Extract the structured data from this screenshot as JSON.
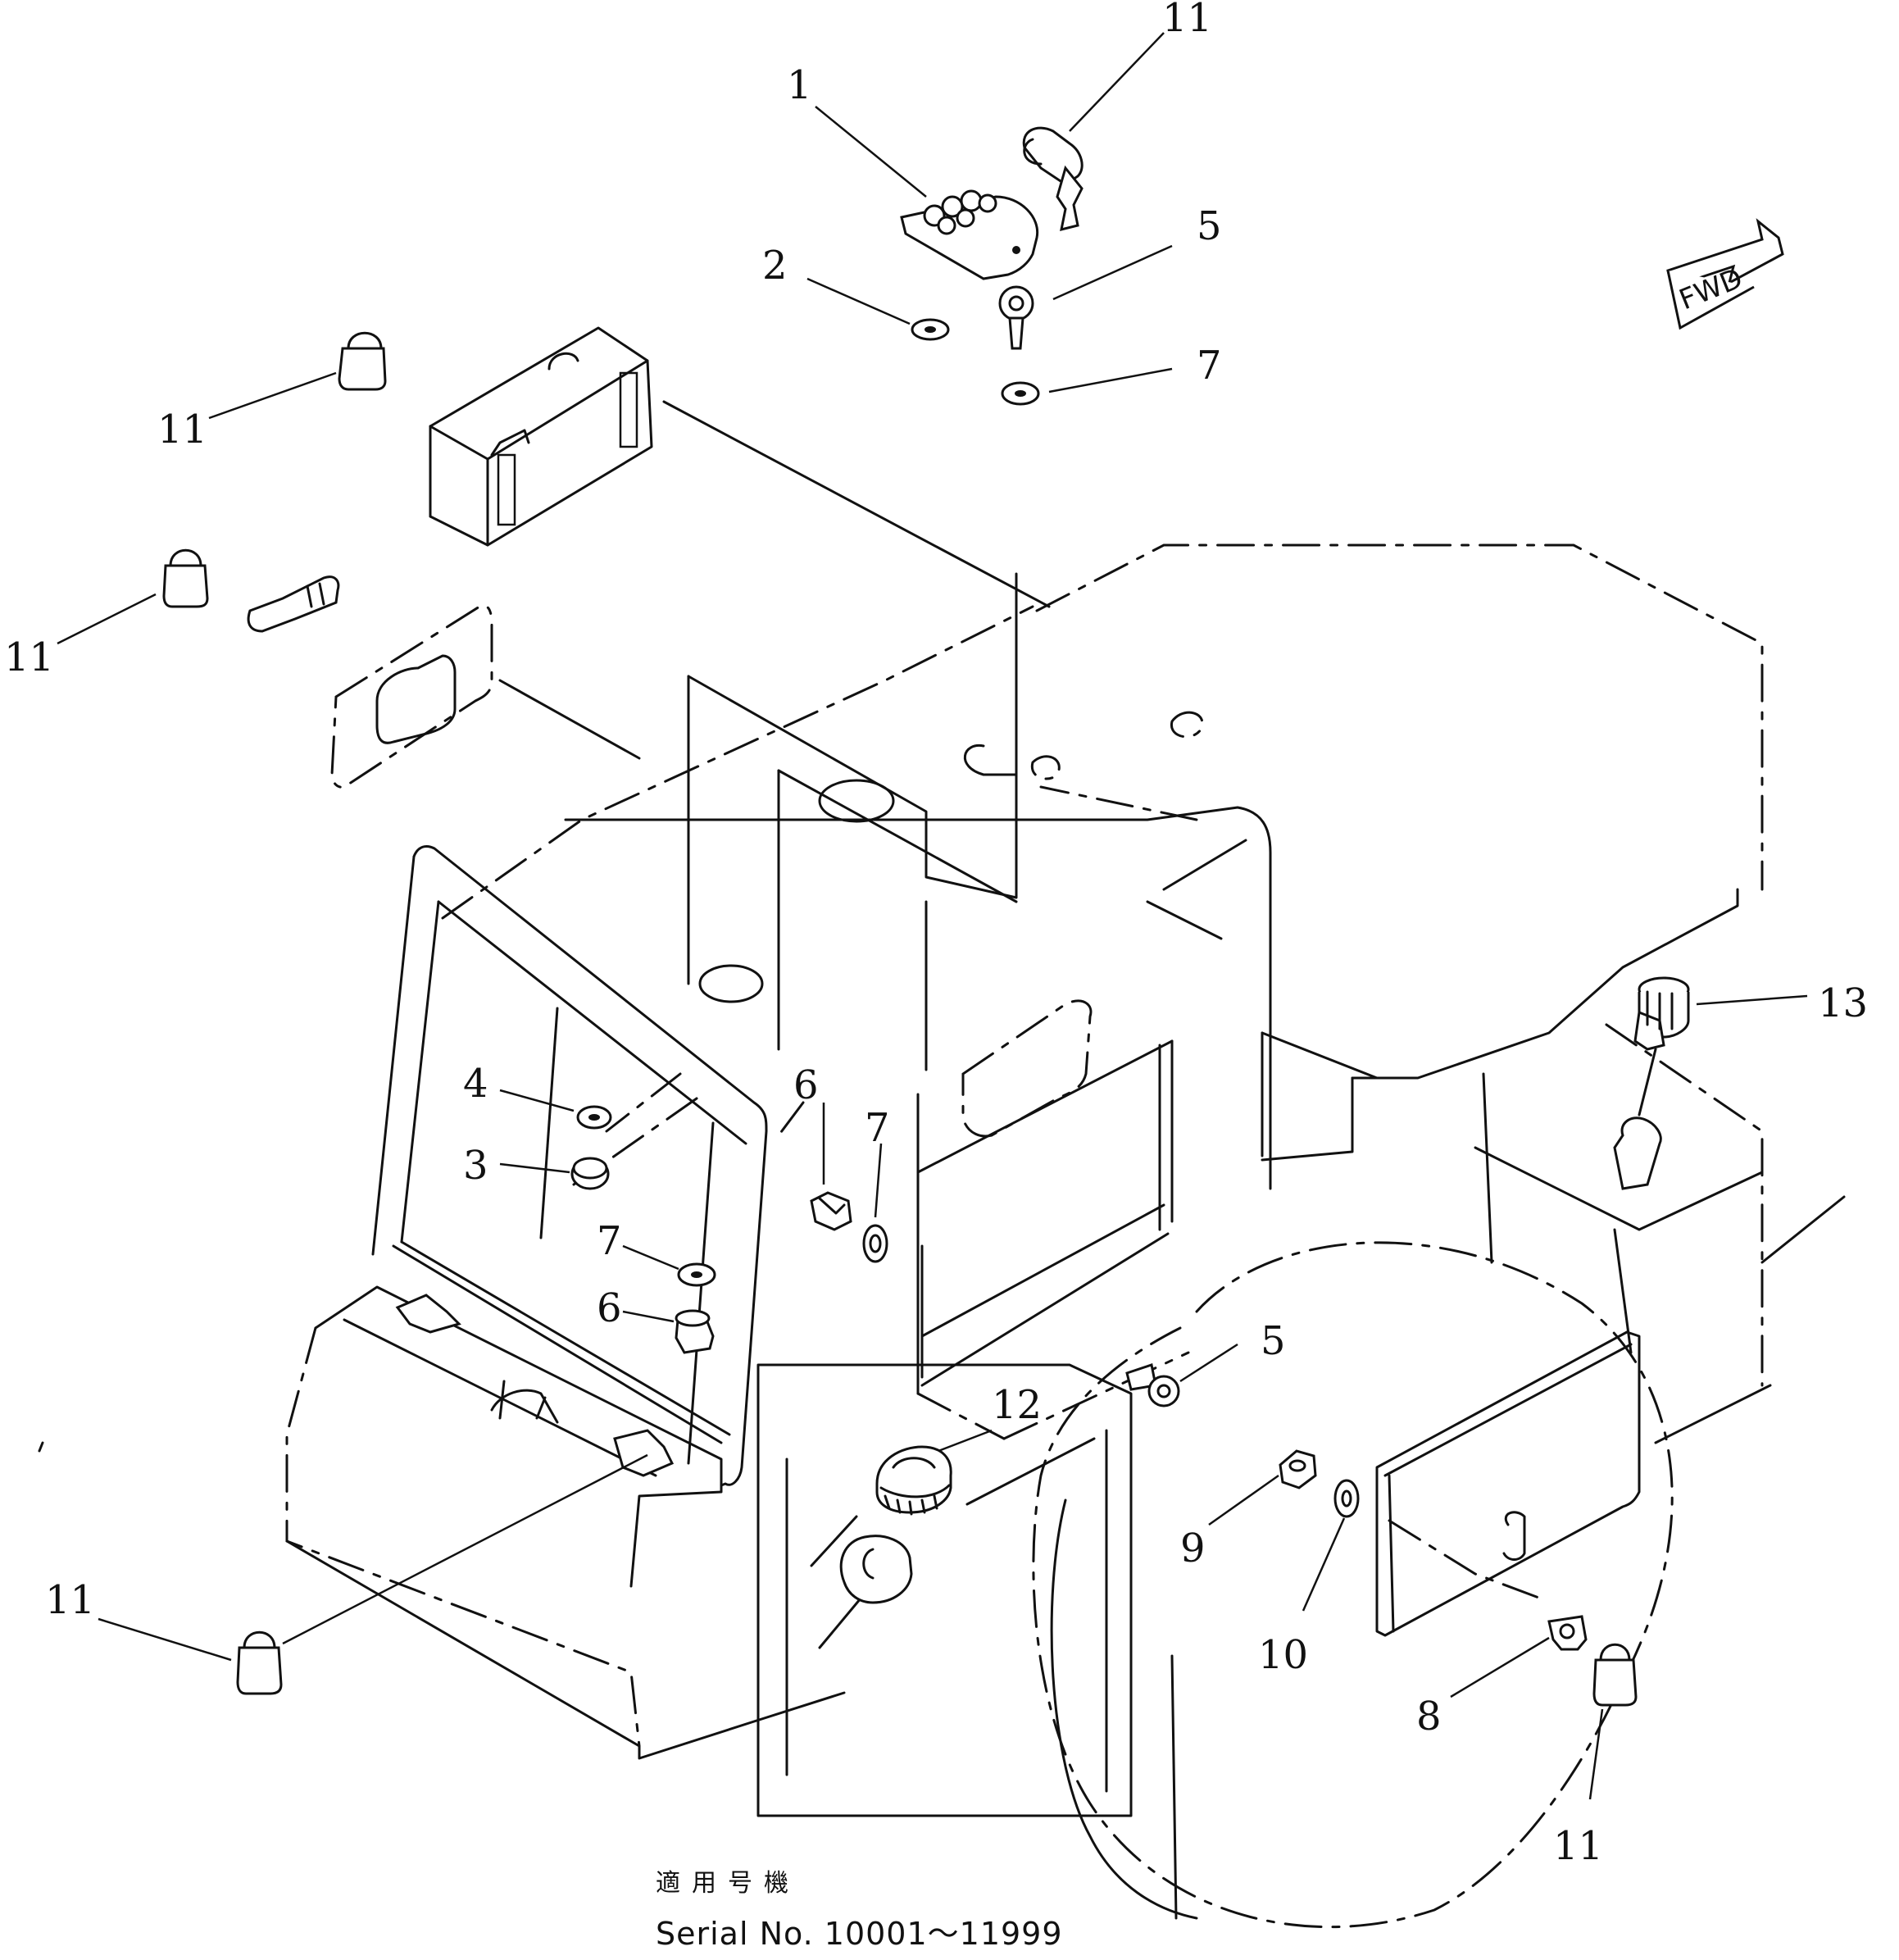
{
  "labels": {
    "l1": "1",
    "l2": "2",
    "l3": "3",
    "l4": "4",
    "l5a": "5",
    "l5b": "5",
    "l6a": "6",
    "l6b": "6",
    "l7a": "7",
    "l7b": "7",
    "l7c": "7",
    "l8": "8",
    "l9": "9",
    "l10": "10",
    "l11a": "11",
    "l11b": "11",
    "l11c": "11",
    "l11d": "11",
    "l11e": "11",
    "l12": "12",
    "l13": "13"
  },
  "direction_marker": "FWD",
  "caption": {
    "applicable_machine": "適用号機",
    "serial": "Serial No. 10001～11999"
  }
}
